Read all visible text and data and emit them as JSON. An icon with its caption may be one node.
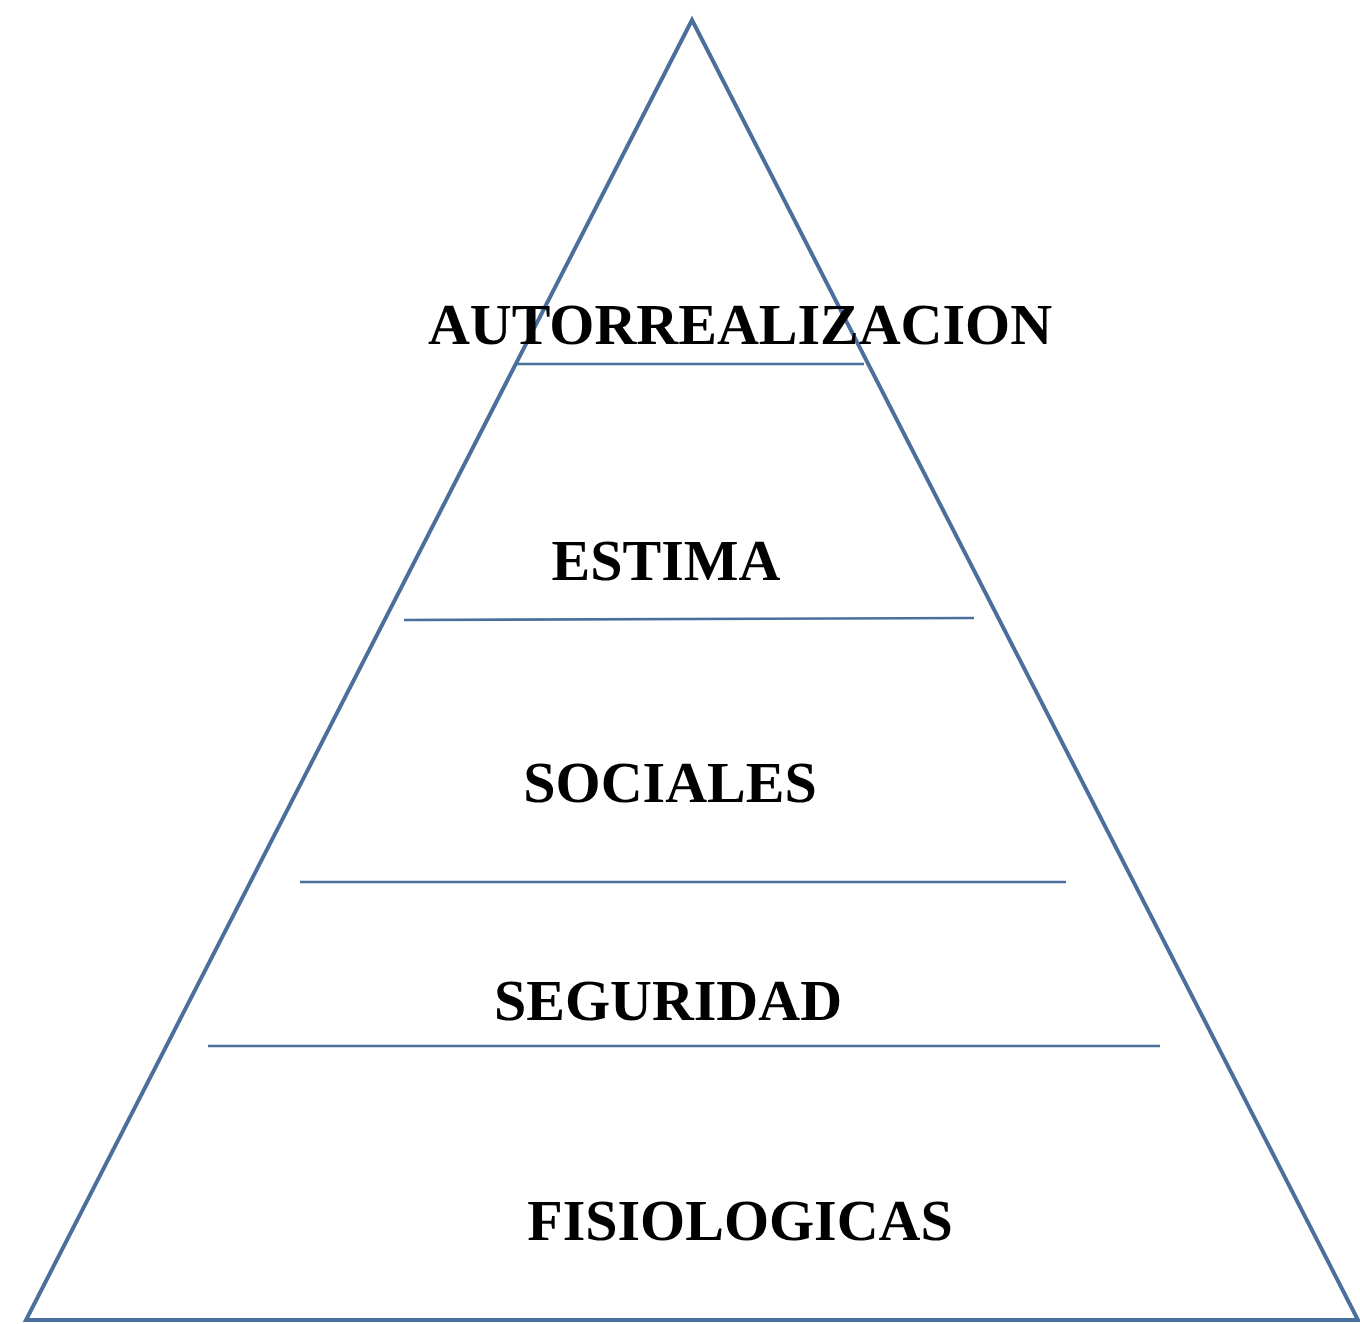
{
  "diagram": {
    "nodes": [
      {
        "text": [],
        "shape": "triangle"
      },
      {
        "text": [
          "AUTORREALIZACION"
        ],
        "in": 0
      },
      {
        "text": [
          "ESTIMA"
        ],
        "in": 0
      },
      {
        "text": [
          "SOCIALES"
        ],
        "in": 0
      },
      {
        "text": [
          "SEGURIDAD"
        ],
        "in": 0
      },
      {
        "text": [
          "FISIOLOGICAS"
        ],
        "in": 0
      }
    ]
  }
}
